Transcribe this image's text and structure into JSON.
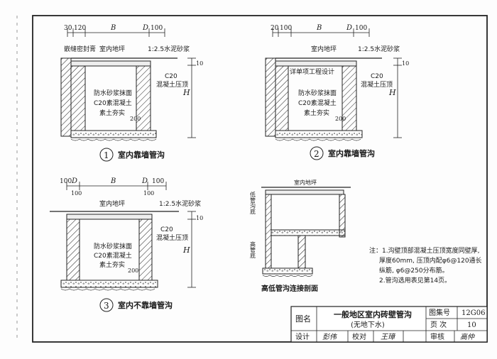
{
  "detail1": {
    "dims": {
      "d30": "30",
      "d120": "120",
      "B": "B",
      "D": "D",
      "d100": "100"
    },
    "labels": {
      "seal": "嵌缝密封膏",
      "floor": "室内地坪",
      "mortar": "1:2.5水泥砂浆",
      "c20": "C20",
      "cover": "混凝土压顶",
      "wp": "防水砂浆抹面",
      "c20plain": "C20素混凝土",
      "soil": "素土夯实",
      "d200": "200",
      "h": "H",
      "d10": "10"
    },
    "num": "1",
    "caption": "室内靠墙管沟"
  },
  "detail2": {
    "dims": {
      "d20": "20",
      "d100a": "100",
      "B": "B",
      "D": "D",
      "d100b": "100"
    },
    "labels": {
      "floor": "室内地坪",
      "mortar": "1:2.5水泥砂浆",
      "detail": "详单项工程设计",
      "c20": "C20",
      "cover": "混凝土压顶",
      "wp": "防水砂浆抹面",
      "c20plain": "C20素混凝土",
      "soil": "素土夯实",
      "d200": "200",
      "h": "H",
      "d10": "10"
    },
    "num": "2",
    "caption": "室内靠墙管沟"
  },
  "detail3": {
    "dims": {
      "d100a": "100",
      "D": "D",
      "B": "B",
      "D2": "D",
      "d100b": "100",
      "d100c": "100",
      "d100d": "100"
    },
    "labels": {
      "floor": "室内地坪",
      "mortar": "1:2.5水泥砂浆",
      "c20": "C20",
      "cover": "混凝土压顶",
      "wp": "防水砂浆抹面",
      "c20plain": "C20素混凝土",
      "soil": "素土夯实",
      "d200": "200",
      "h": "H",
      "d10": "10"
    },
    "num": "3",
    "caption": "室内不靠墙管沟"
  },
  "detail4": {
    "labels": {
      "floor": "室内地坪",
      "lowbottom": "低管沟底",
      "highbottom": "高管底"
    },
    "caption": "高低管沟连接剖面"
  },
  "notes": {
    "n1a": "注：1.沟壁顶部混凝土压顶宽度同壁厚,",
    "n1b": "厚度60mm, 压顶内配φ6@120通长",
    "n1c": "纵筋, φ6@250分布筋。",
    "n2": "2.管沟选用表见第14页。"
  },
  "titleblock": {
    "name_label": "图名",
    "title_line1": "一般地区室内砖壁管沟",
    "title_line2": "(无地下水)",
    "atlas_label": "图集号",
    "atlas_no": "12G06",
    "page_label": "页 次",
    "page_no": "10",
    "design_label": "设计",
    "check_label": "校对",
    "review_label": "审核",
    "sig_design": "彭伟",
    "sig_check": "王璋",
    "sig_review": "高仲"
  }
}
